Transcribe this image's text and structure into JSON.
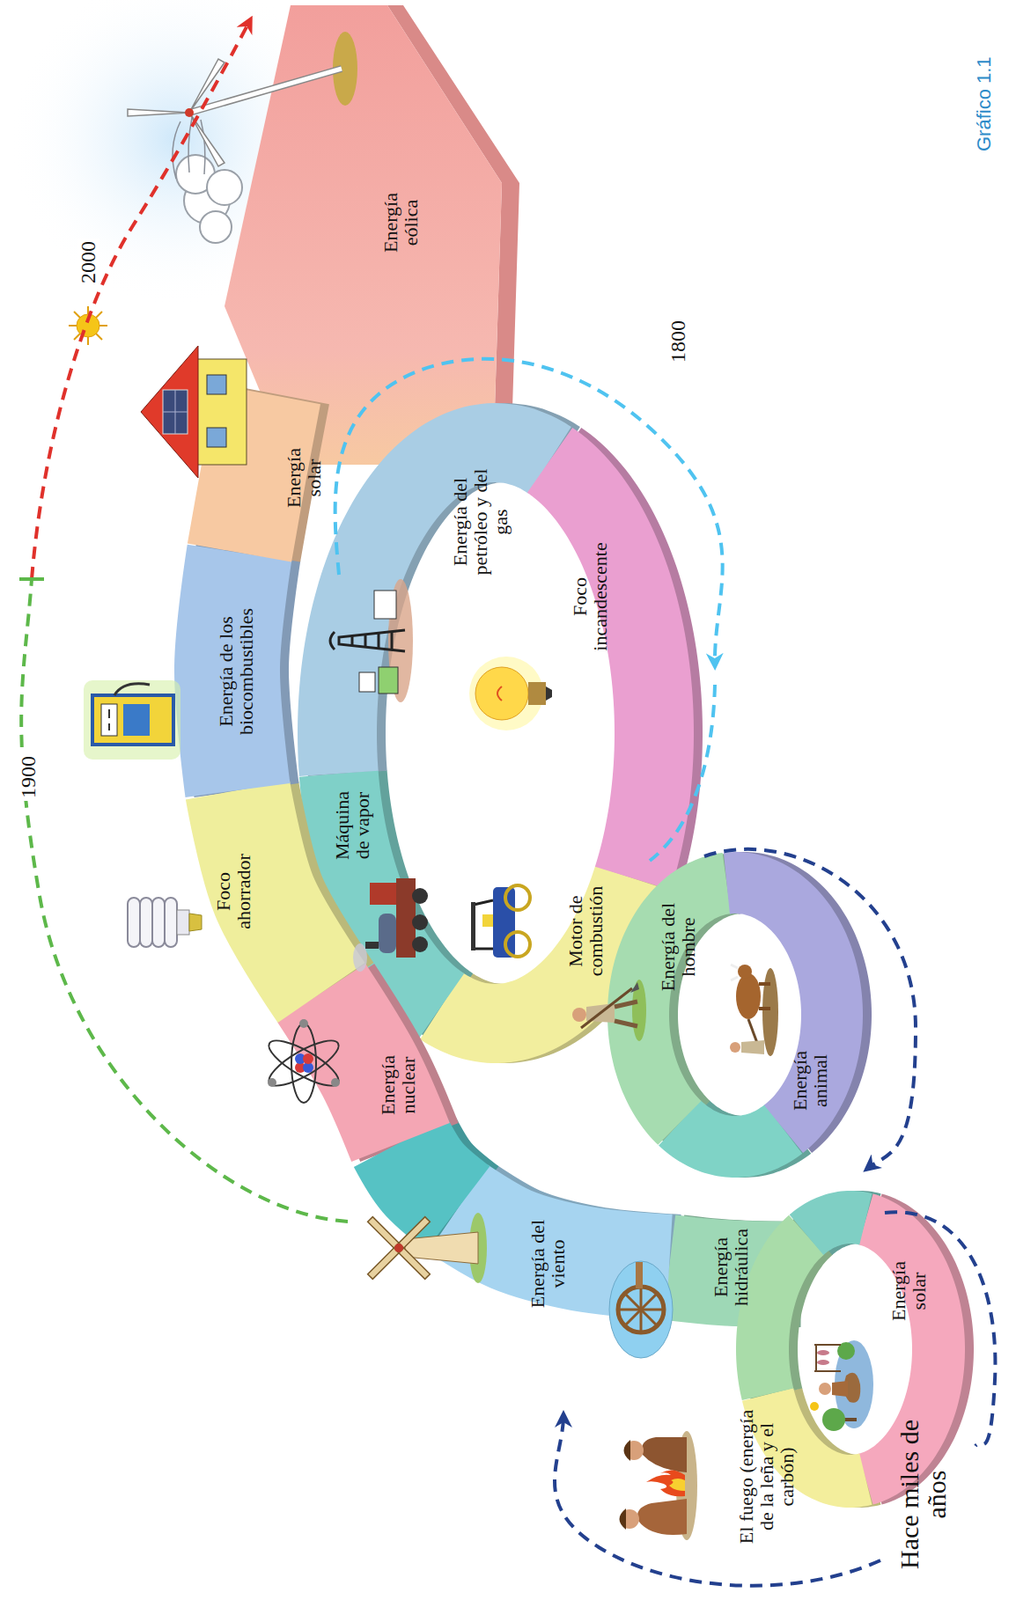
{
  "diagram": {
    "caption": "Gráfico 1.1",
    "nodes": [
      {
        "text": [
          "Energía solar"
        ]
      },
      {
        "text": [
          "El fuego (energía de la leña y el carbón)"
        ]
      },
      {
        "text": [
          "Energía hidráulica"
        ]
      },
      {
        "text": [
          "Energía del viento"
        ]
      },
      {
        "text": [
          "Energía animal"
        ]
      },
      {
        "text": [
          "Energía del hombre"
        ]
      },
      {
        "text": [
          "Motor de combustión"
        ]
      },
      {
        "text": [
          "Máquina de vapor"
        ]
      },
      {
        "text": [
          "Energía del petróleo y del gas"
        ]
      },
      {
        "text": [
          "Foco incandescente"
        ]
      },
      {
        "text": [
          "Energía nuclear"
        ]
      },
      {
        "text": [
          "Foco ahorrador"
        ]
      },
      {
        "text": [
          "Energía de los biocombustibles"
        ]
      },
      {
        "text": [
          "Energía solar"
        ]
      },
      {
        "text": [
          "Energía eólica"
        ]
      }
    ],
    "labels": [
      "Hace miles de años",
      "1800",
      "1900",
      "2000"
    ]
  }
}
